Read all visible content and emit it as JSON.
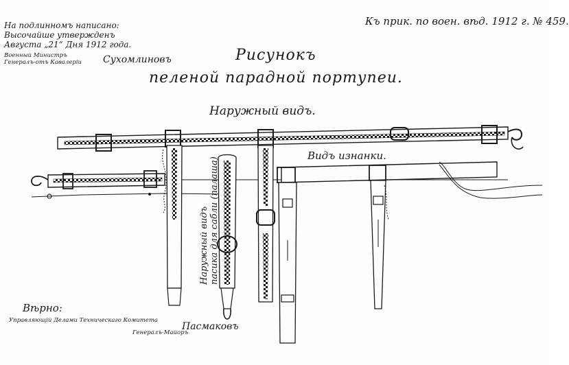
{
  "approval": {
    "line1": "На подлинномъ написано:",
    "line2": "Высочайше утвержденъ",
    "line3": "Августа „21“ Дня 1912 года.",
    "minister_line1": "Военный Министръ",
    "minister_line2": "Генералъ-отъ Кавалерiи",
    "signature": "Сухомлиновъ"
  },
  "order_reference": "Къ прик. по воен. вѣд. 1912 г. № 459.",
  "title": {
    "line1": "Рисунокъ",
    "line2": "пеленой парадной портупеи."
  },
  "labels": {
    "outer_view": "Наружный видъ.",
    "reverse_view": "Видъ изнанки.",
    "sabre_strap_line1": "Наружный видъ",
    "sabre_strap_line2": "пасика для сабли (палаша)"
  },
  "certification": {
    "title": "Вѣрно:",
    "line1": "Управляющiй Делами Техническаго Комитета",
    "line2": "Генералъ-Майоръ",
    "signature": "Пасмаковъ"
  },
  "colors": {
    "ink": "#1a1a1a",
    "paper": "#fdfdfb"
  }
}
